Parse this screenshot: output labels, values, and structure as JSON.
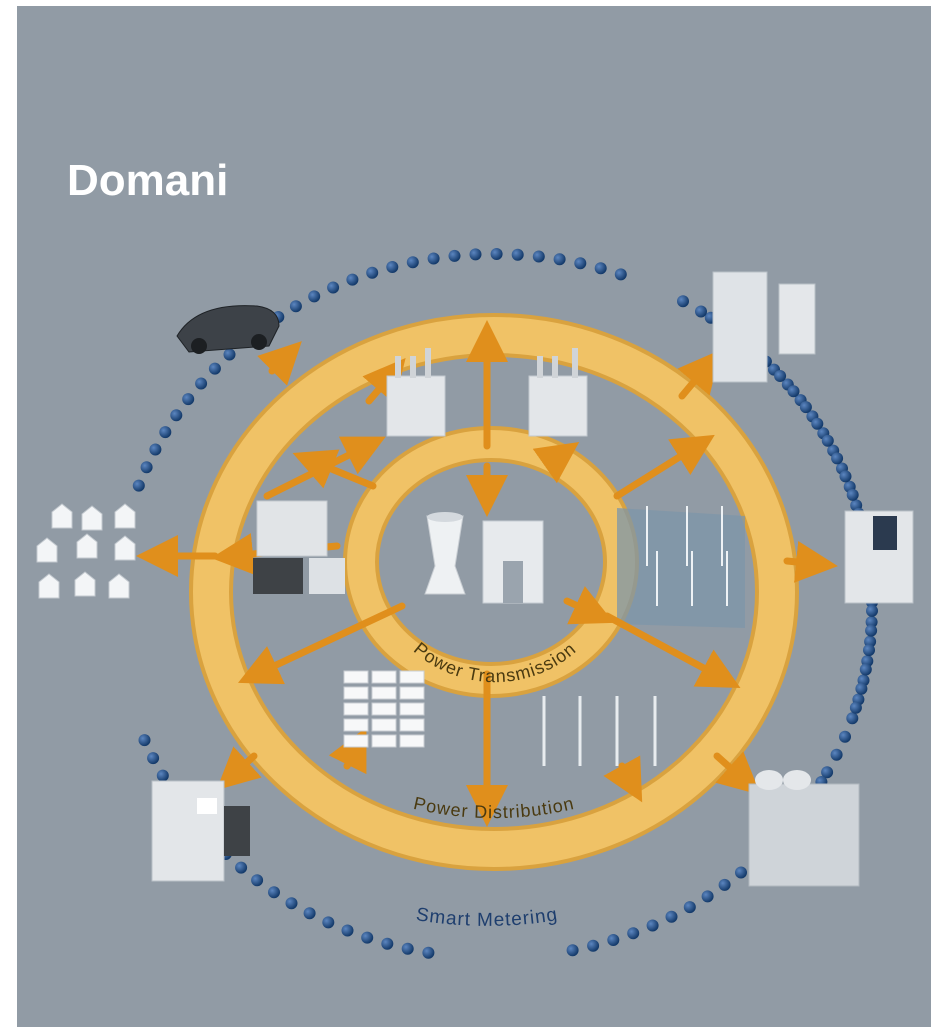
{
  "title": "Domani",
  "rings": {
    "inner_label": "Power Transmission",
    "outer_label": "Power Distribution",
    "metering_label": "Smart Metering"
  },
  "colors": {
    "background": "#919ba5",
    "ring": "#e9b64e",
    "arrow": "#e08f1c",
    "meter_dot": "#1f4a7e"
  },
  "icons": [
    "car-icon",
    "office-towers-icon",
    "house-cluster-icon",
    "solar-building-icon",
    "small-office-icon",
    "factory-icon",
    "power-plant-icon",
    "cooling-tower-icon",
    "industrial-plant-icon",
    "wind-farm-icon",
    "solar-panel-array-icon",
    "wind-turbines-icon"
  ]
}
